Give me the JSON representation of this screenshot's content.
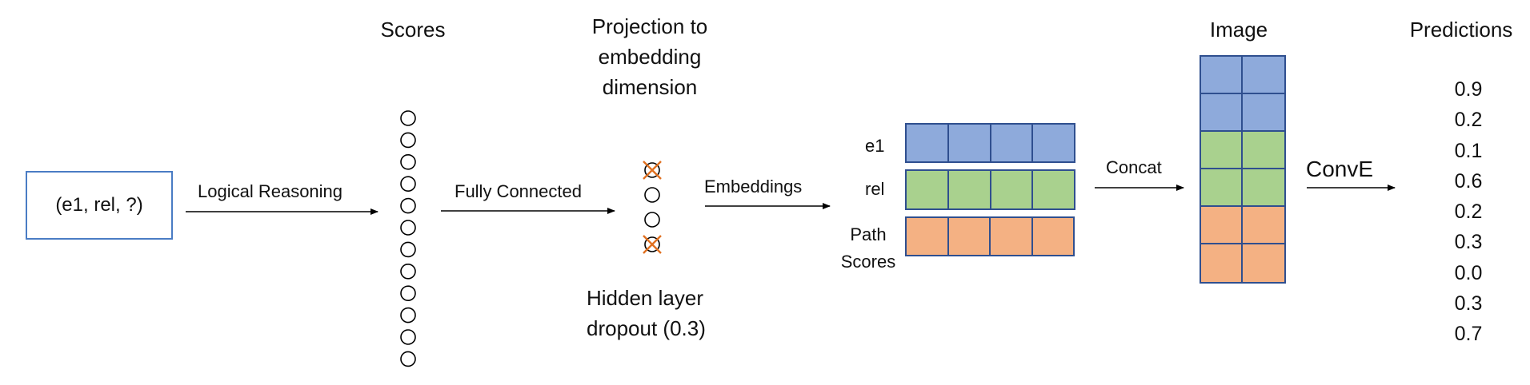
{
  "input_box": {
    "label": "(e1, rel, ?)"
  },
  "edges": {
    "logical_reasoning": "Logical Reasoning",
    "fully_connected": "Fully Connected",
    "embeddings": "Embeddings",
    "concat": "Concat",
    "conve": "ConvE"
  },
  "scores": {
    "title": "Scores",
    "node_count": 12
  },
  "projection": {
    "title_lines": [
      "Projection to",
      "embedding",
      "dimension"
    ],
    "nodes": [
      {
        "dropped": true
      },
      {
        "dropped": false
      },
      {
        "dropped": false
      },
      {
        "dropped": true
      }
    ],
    "dropout_lines": [
      "Hidden layer",
      "dropout (0.3)"
    ]
  },
  "embeddings_block": {
    "rows": [
      {
        "label": "e1",
        "color": "#8eaadb",
        "cells": 4
      },
      {
        "label": "rel",
        "color": "#a9d18e",
        "cells": 4
      },
      {
        "label_lines": [
          "Path",
          "Scores"
        ],
        "color": "#f4b183",
        "cells": 4
      }
    ]
  },
  "image": {
    "title": "Image",
    "row_colors": [
      "#8eaadb",
      "#8eaadb",
      "#a9d18e",
      "#a9d18e",
      "#f4b183",
      "#f4b183"
    ]
  },
  "predictions": {
    "title": "Predictions",
    "values": [
      "0.9",
      "0.2",
      "0.1",
      "0.6",
      "0.2",
      "0.3",
      "0.0",
      "0.3",
      "0.7"
    ]
  },
  "colors": {
    "outline": "#2f4f8f",
    "box_border": "#4a7cc4",
    "dropout_x": "#e07020"
  }
}
